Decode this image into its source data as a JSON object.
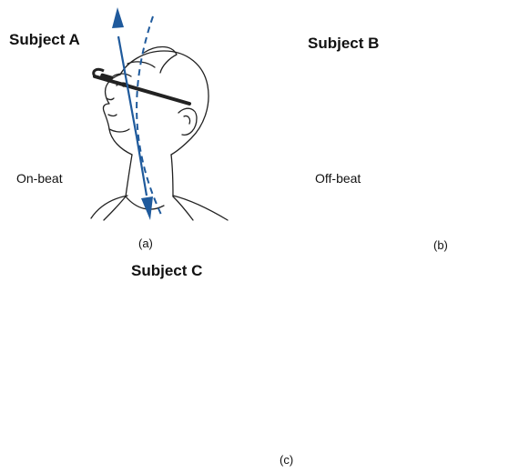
{
  "panels": [
    {
      "id": "a",
      "subject": "Subject A",
      "beat": "On-beat",
      "caption": "(a)"
    },
    {
      "id": "b",
      "subject": "Subject B",
      "beat": "Off-beat",
      "caption": "(b)"
    },
    {
      "id": "c",
      "subject": "Subject C",
      "beat": "",
      "caption": "(c)"
    }
  ],
  "colors": {
    "axis": "#1f5a9c",
    "outline": "#222222"
  }
}
